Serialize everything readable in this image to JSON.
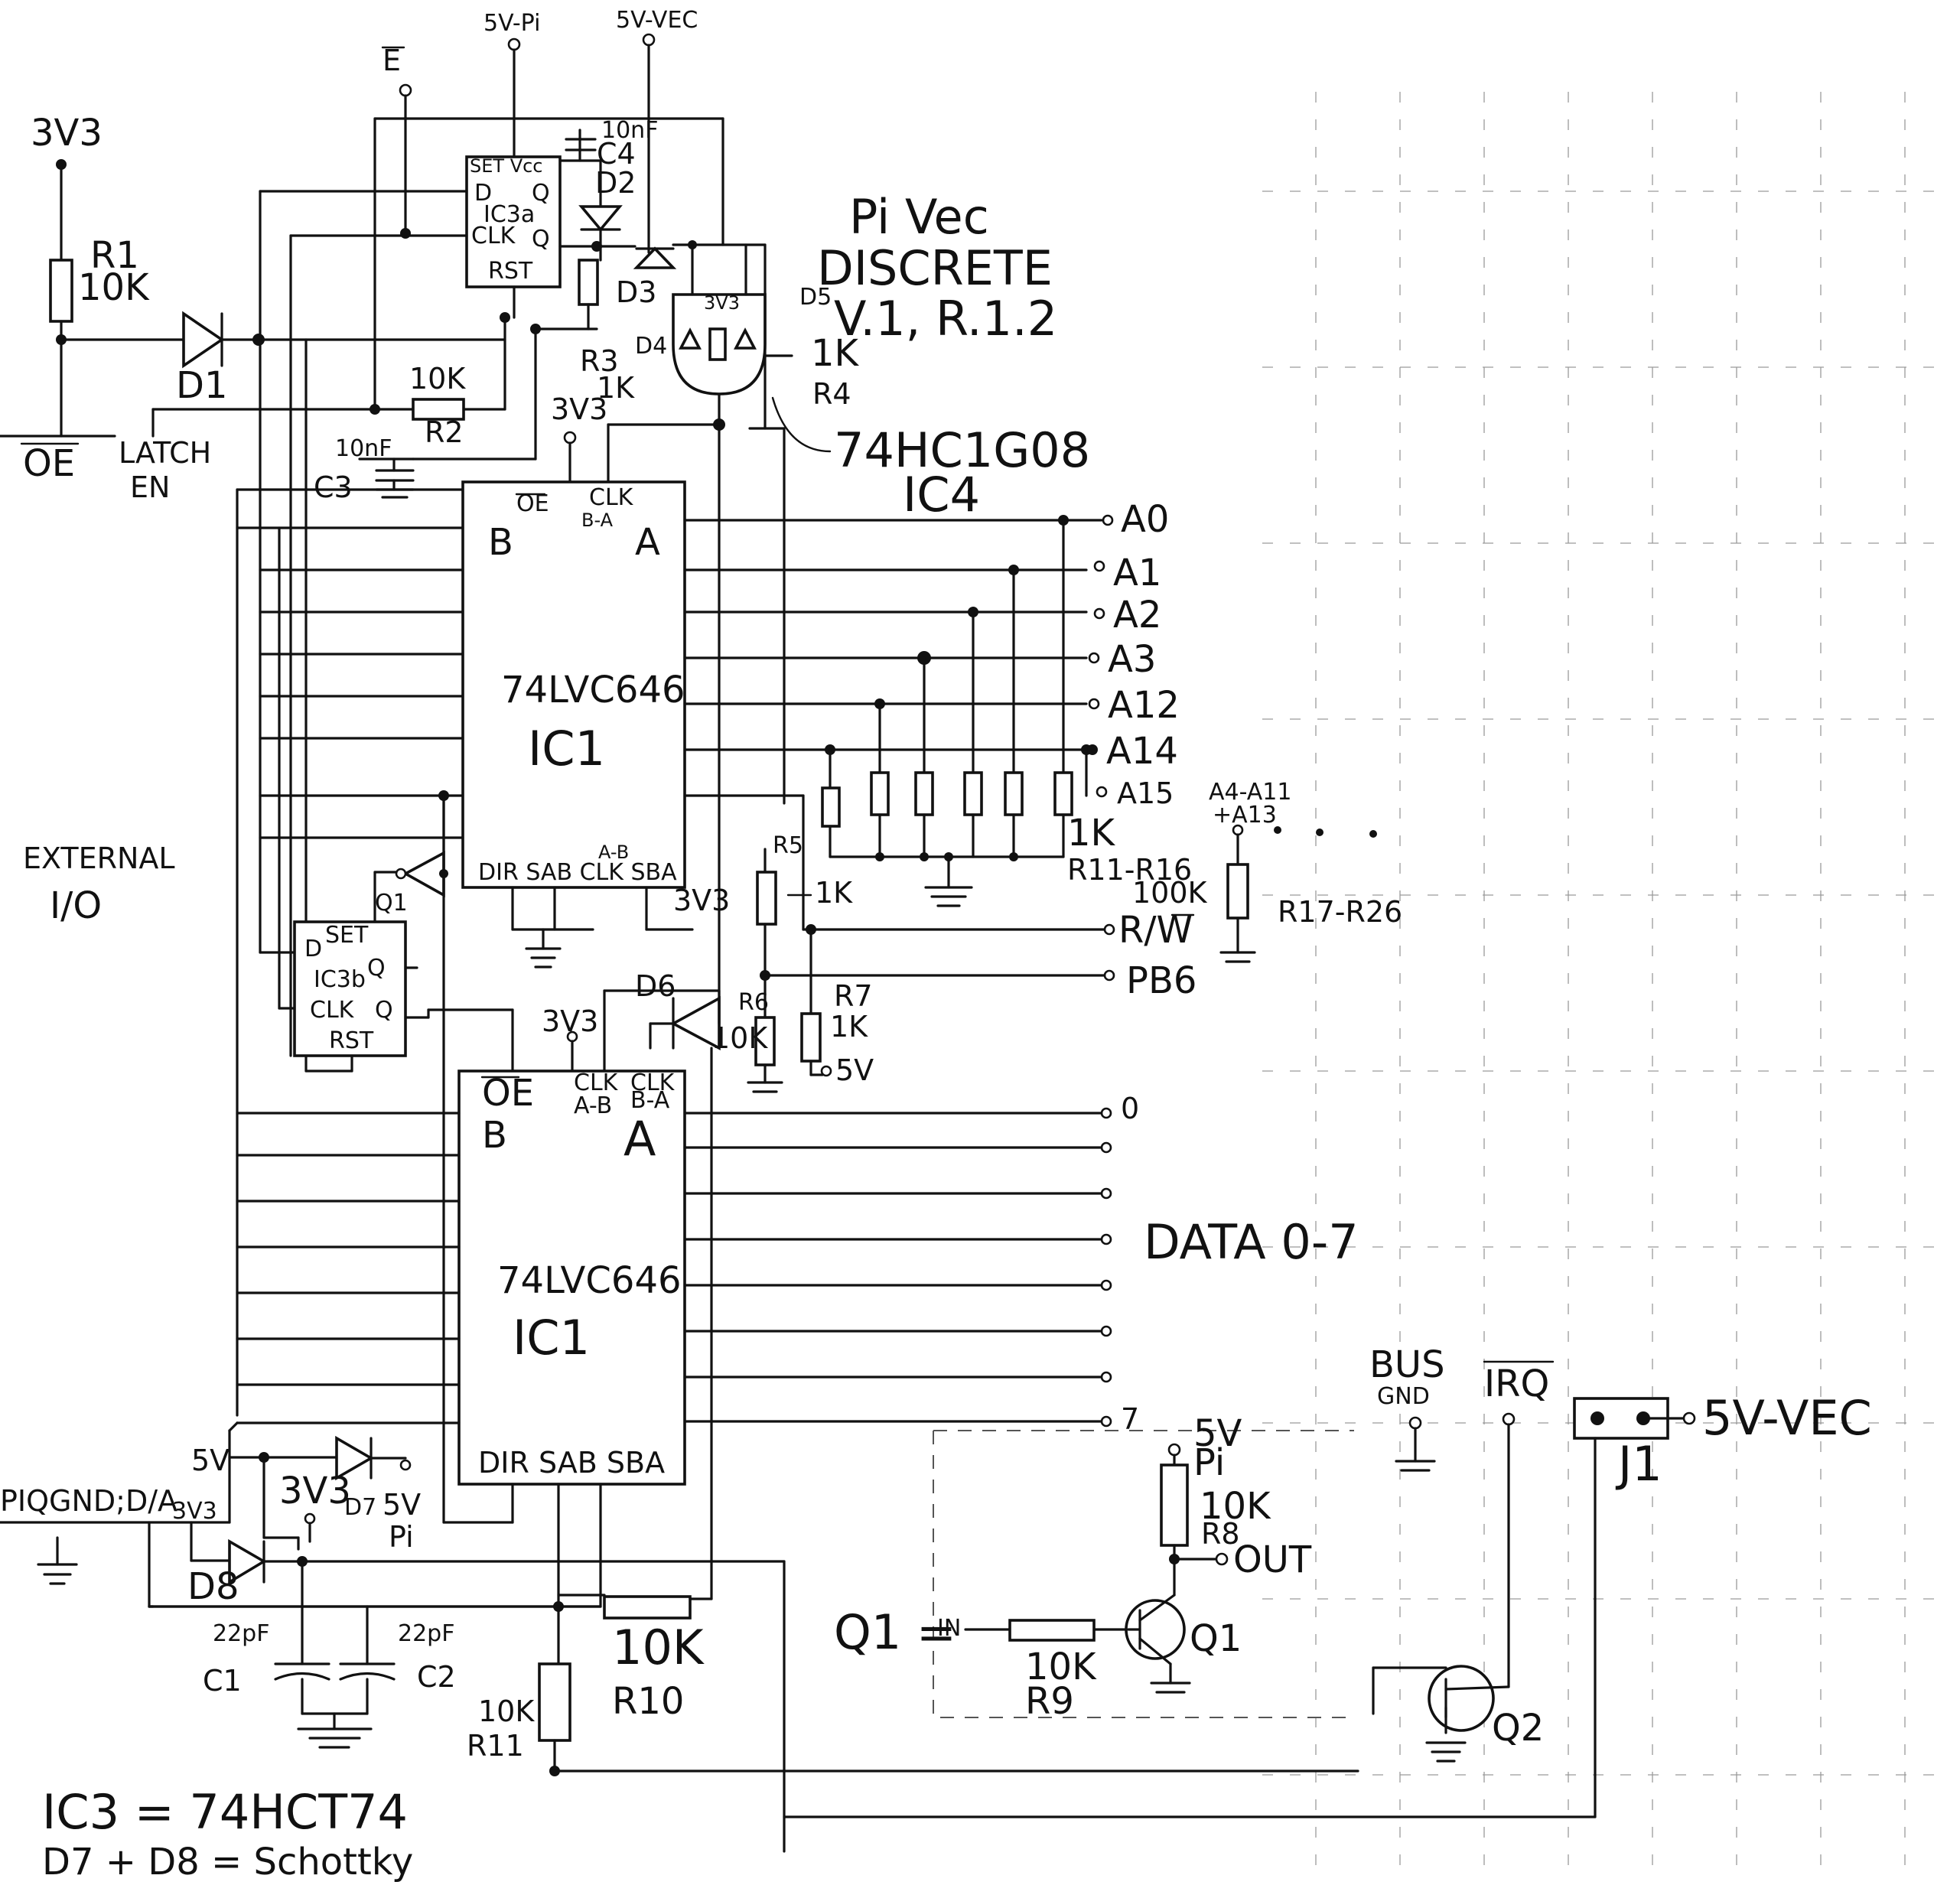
{
  "title": {
    "line1": "Pi Vec",
    "line2": "DISCRETE",
    "line3": "V.1, R.1.2"
  },
  "rails": {
    "v5_pi": "5V-Pi",
    "v5_vec": "5V-VEC",
    "e_bar": "E",
    "v3v3": "3V3",
    "v5": "5V"
  },
  "left_signals": {
    "oe": "OE",
    "latch_en_1": "LATCH",
    "latch_en_2": "EN",
    "external_1": "EXTERNAL",
    "external_2": "I/O",
    "bottom_connector": "PIQGND;D/A",
    "bottom_3v3": "3V3"
  },
  "ic1_top": {
    "name": "74LVC646",
    "ref": "IC1",
    "b": "B",
    "a": "A",
    "oe": "OE",
    "clk_ba": "CLK",
    "clk_ba2": "B-A",
    "bottom_pins": "DIR SAB CLK SBA",
    "clk_ab": "A-B"
  },
  "ic1_bottom": {
    "name": "74LVC646",
    "ref": "IC1",
    "b": "B",
    "a": "A",
    "oe": "OE",
    "clk_ab": "CLK",
    "clk_ab2": "A-B",
    "clk_ba": "CLK",
    "clk_ba2": "B-A",
    "bottom_pins": "DIR SAB SBA"
  },
  "ic3a": {
    "set_vcc": "SET Vcc",
    "d": "D",
    "q": "Q",
    "name": "IC3a",
    "clk": "CLK",
    "qbar": "Q",
    "rst": "RST"
  },
  "ic3b": {
    "set": "SET",
    "d": "D",
    "q": "Q",
    "name": "IC3b",
    "clk": "CLK",
    "qbar": "Q",
    "rst": "RST"
  },
  "ic4": {
    "name": "74HC1G08",
    "ref": "IC4",
    "in_3v3": "3V3"
  },
  "components": {
    "r1_ref": "R1",
    "r1_val": "10K",
    "d1": "D1",
    "r2_val": "10K",
    "r2_ref": "R2",
    "c3_val": "10nF",
    "c3_ref": "C3",
    "c4_val": "10nF",
    "c4_ref": "C4",
    "d2": "D2",
    "d3": "D3",
    "r3_ref": "R3",
    "r3_val": "1K",
    "d4": "D4",
    "d5": "D5",
    "r4_val": "1K",
    "r4_ref": "R4",
    "q1_gate": "Q1",
    "r5": "R5",
    "r5_val": "1K",
    "r6": "R6",
    "r6_val": "10K",
    "r7": "R7",
    "r7_val": "1K",
    "d6": "D6",
    "r11_16_val": "1K",
    "r11_16_ref": "R11-R16",
    "r17_26_val": "100K",
    "r17_26_ref": "R17-R26",
    "upper_3v3": "3V3",
    "d7": "D7",
    "d8": "D8",
    "c1_val": "22pF",
    "c1_ref": "C1",
    "c2_val": "22pF",
    "c2_ref": "C2",
    "r10_val": "10K",
    "r10_ref": "R10",
    "r11_val": "10K",
    "r11_ref": "R11",
    "r8_val": "10K",
    "r8_ref": "R8",
    "r9_val": "10K",
    "r9_ref": "R9",
    "q1": "Q1",
    "q2": "Q2",
    "q1_eq": "Q1 =",
    "q1_in": "IN",
    "out": "OUT",
    "pi": "Pi",
    "j1": "J1",
    "five_v_label": "5V"
  },
  "address_pins": [
    "A0",
    "A1",
    "A2",
    "A3",
    "A12",
    "A14",
    "A15"
  ],
  "a_group": {
    "l1": "A4-A11",
    "l2": "+A13"
  },
  "control_pins": {
    "rw": "R/W",
    "pb6": "PB6"
  },
  "data_pins": {
    "first": "0",
    "last": "7",
    "label": "DATA 0-7"
  },
  "bus": {
    "gnd1": "BUS",
    "gnd2": "GND",
    "irq": "IRQ"
  },
  "notes": {
    "ic3": "IC3 = 74HCT74",
    "diodes": "D7 + D8 = Schottky"
  }
}
